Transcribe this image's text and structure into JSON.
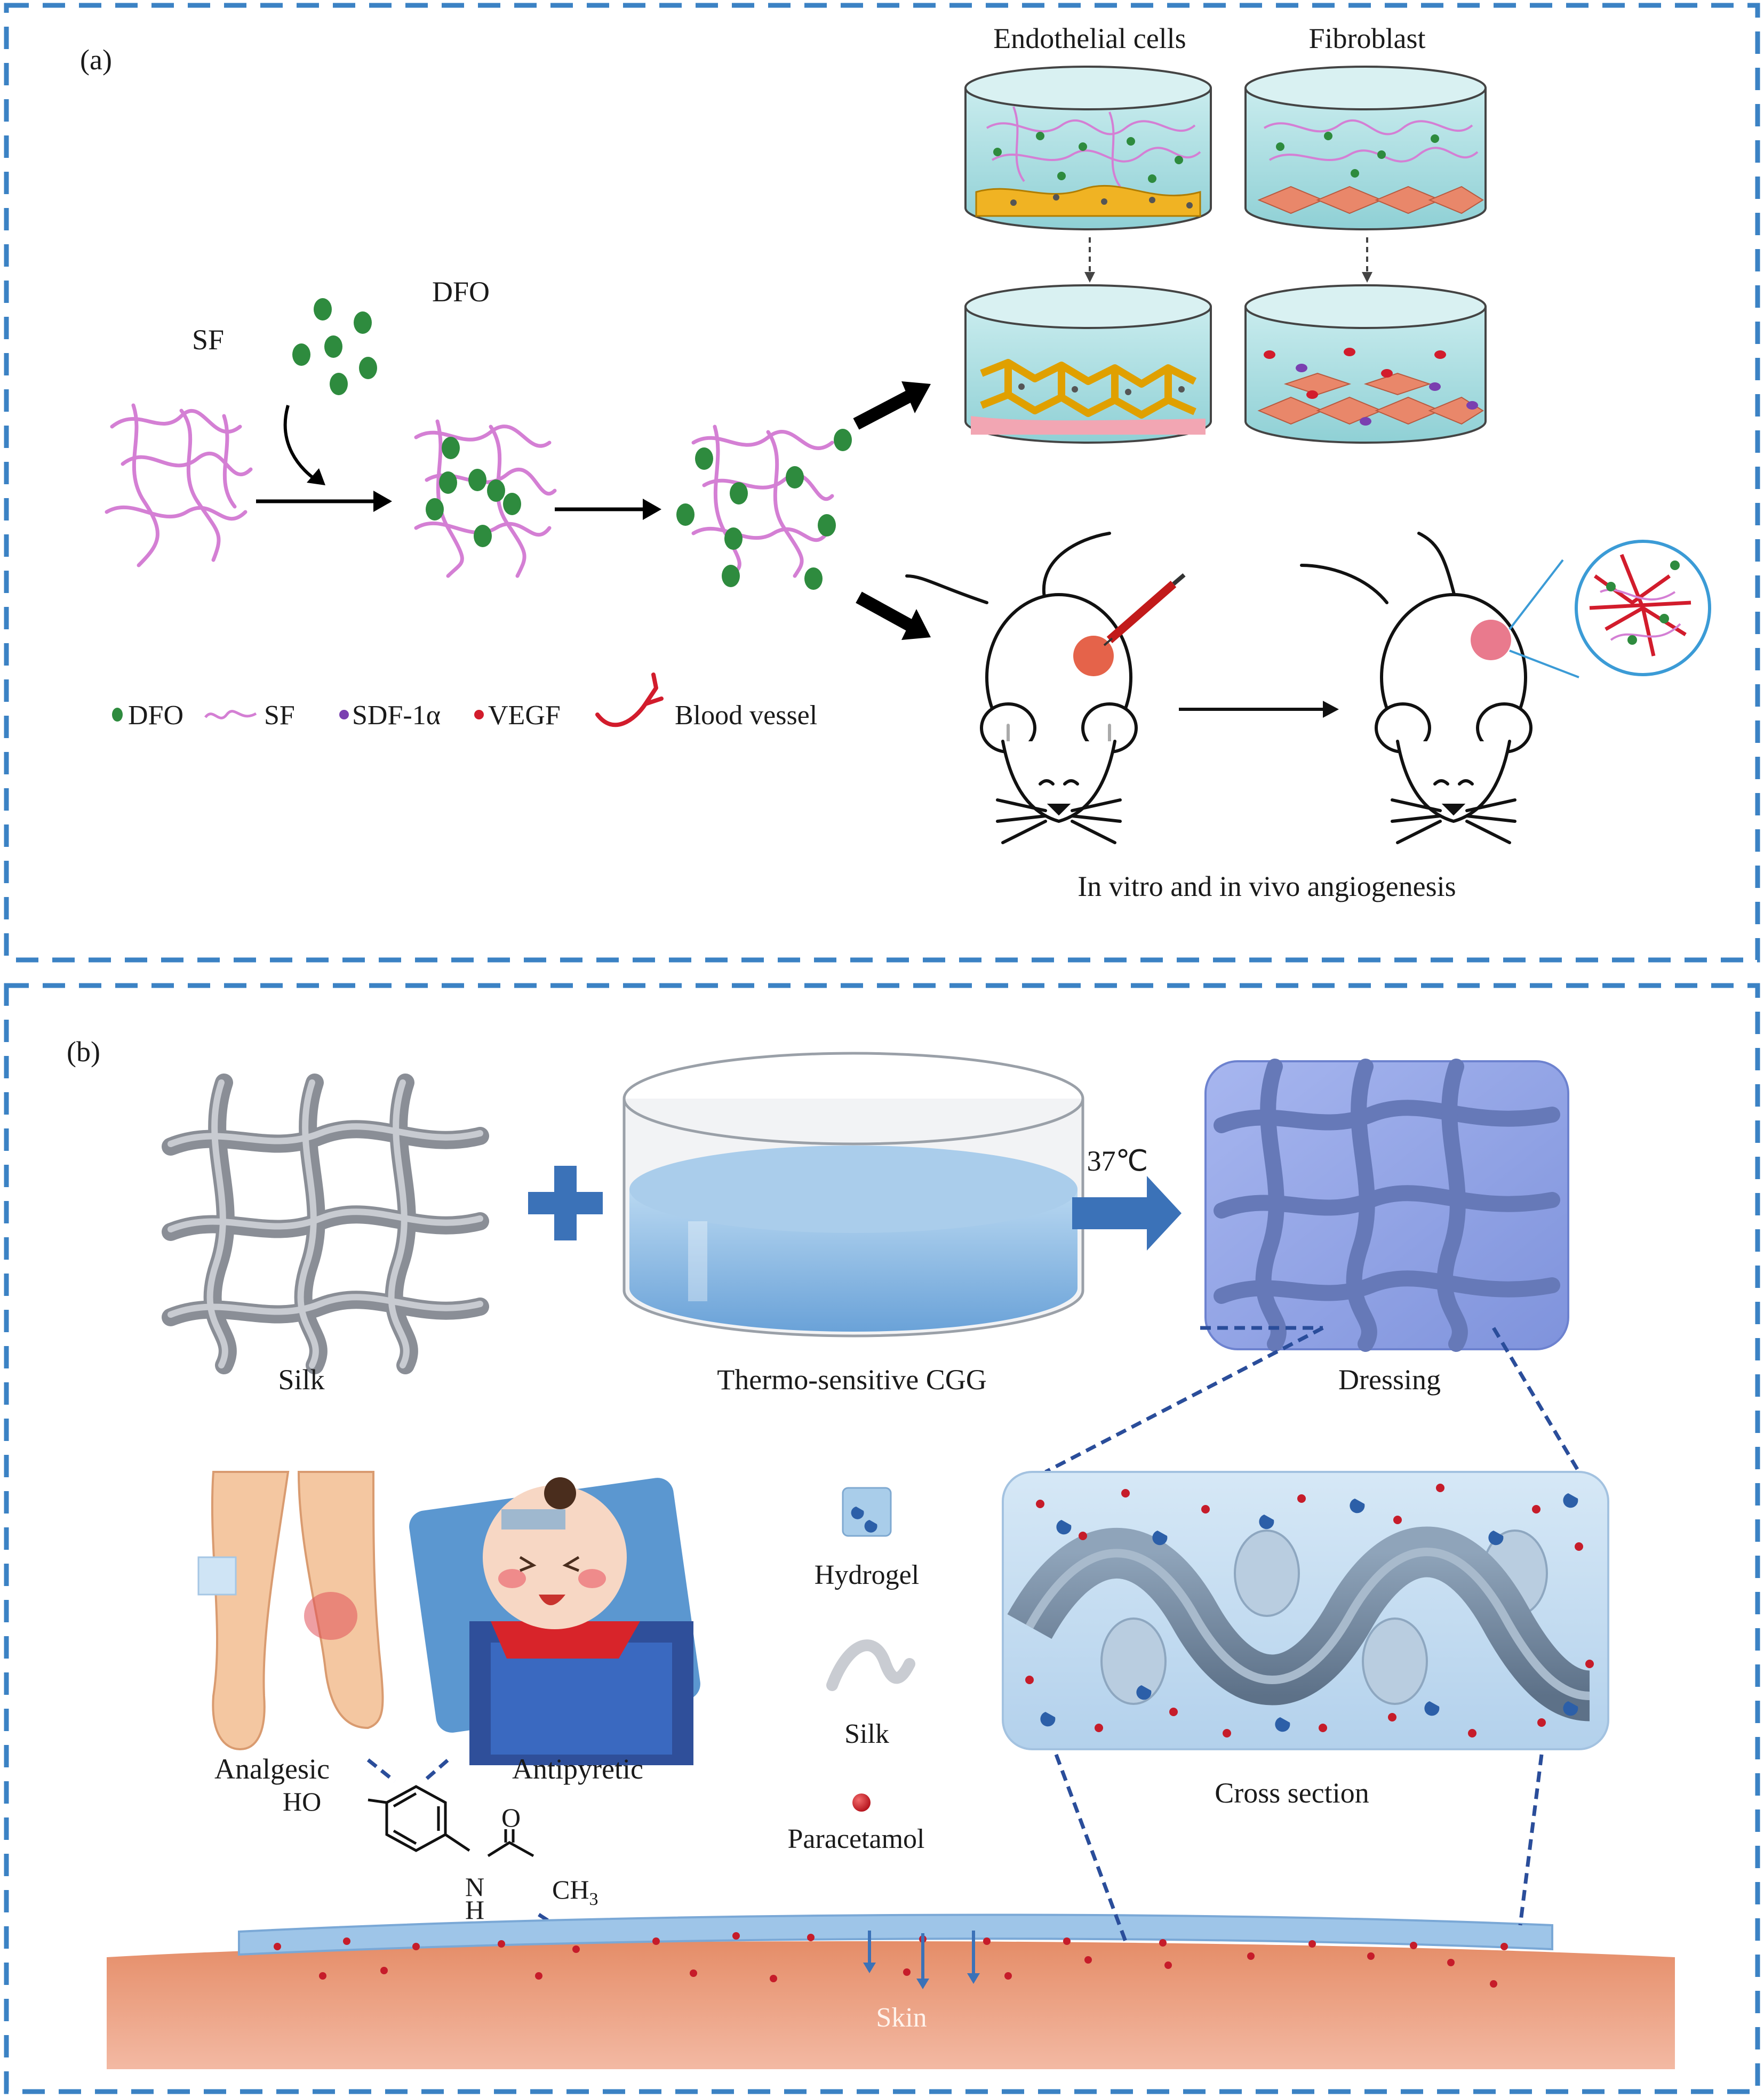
{
  "colors": {
    "frame_dash": "#3b82c4",
    "sf_fiber": "#d47fd4",
    "dfo_green": "#2e8b3e",
    "dfo_red": "#d04a3a",
    "sdf": "#7a3fb0",
    "vegf": "#d21c2c",
    "dish_liquid": "#9fd8dc",
    "endothelial_cell": "#f0b323",
    "fibroblast_cell": "#e9876a",
    "skin": "#e9a384",
    "hydrogel": "#a9cdea",
    "dressing": "#8da3e3",
    "arrow_blue": "#3b72b8"
  },
  "panel_a": {
    "label": "(a)",
    "sf_label": "SF",
    "dfo_label": "DFO",
    "endothelial_label": "Endothelial cells",
    "fibroblast_label": "Fibroblast",
    "angiogenesis_label": "In vitro and in vivo angiogenesis",
    "legend": {
      "dfo": "DFO",
      "sf": "SF",
      "sdf": "SDF-1α",
      "vegf": "VEGF",
      "vessel": "Blood vessel"
    }
  },
  "panel_b": {
    "label": "(b)",
    "silk_label": "Silk",
    "cgg_label": "Thermo-sensitive CGG",
    "temperature_label": "37℃",
    "dressing_label": "Dressing",
    "analgesic_label": "Analgesic",
    "antipyretic_label": "Antipyretic",
    "legend": {
      "hydrogel": "Hydrogel",
      "silk": "Silk",
      "paracetamol": "Paracetamol"
    },
    "cross_section_label": "Cross section",
    "skin_label": "Skin",
    "molecule": {
      "ho": "HO",
      "o": "O",
      "n": "N",
      "h": "H",
      "ch3": "CH",
      "ch3_sub": "3"
    }
  }
}
